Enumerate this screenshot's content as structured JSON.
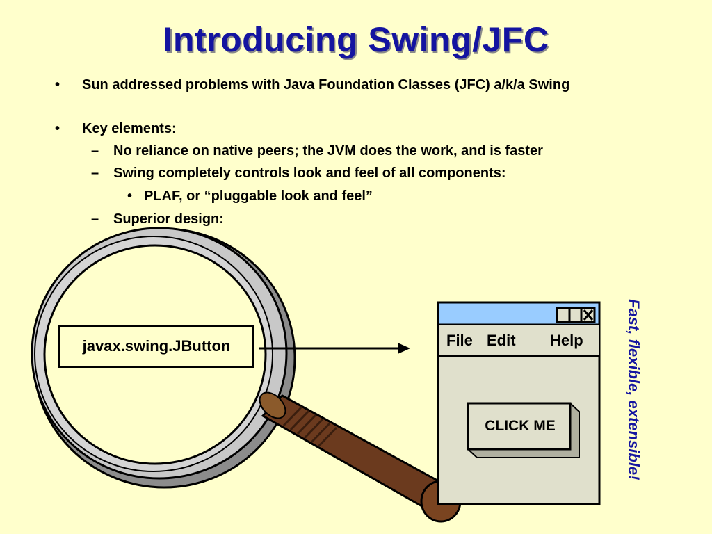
{
  "slide": {
    "title": "Introducing Swing/JFC",
    "bullets": [
      {
        "marker": "•",
        "text": "Sun addressed problems with Java Foundation Classes (JFC) a/k/a Swing"
      },
      {
        "marker": "•",
        "text": "Key elements:"
      },
      {
        "marker": "–",
        "text": "No reliance on native peers; the JVM does the work, and is faster"
      },
      {
        "marker": "–",
        "text": "Swing completely controls look and feel of all components:"
      },
      {
        "marker": "•",
        "text": "PLAF, or “pluggable look and feel”"
      },
      {
        "marker": "–",
        "text": "Superior design:"
      }
    ]
  },
  "illustration": {
    "magnifier_label": "javax.swing.JButton",
    "window_menu": [
      "File",
      "Edit",
      "Help"
    ],
    "window_button": "CLICK ME",
    "side_caption": "Fast, flexible, extensible!"
  },
  "colors": {
    "background": "#ffffcc",
    "title": "#1414a0",
    "titlebar": "#99ccff",
    "window_body": "#e0e0cc",
    "handle": "#6b3a1e"
  }
}
